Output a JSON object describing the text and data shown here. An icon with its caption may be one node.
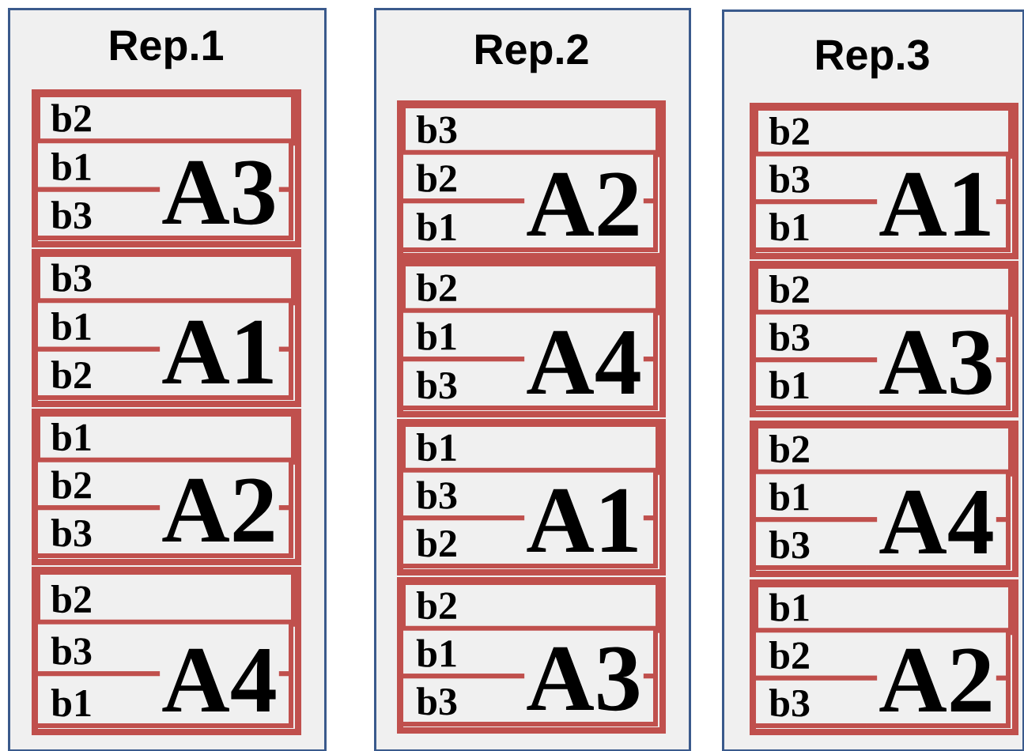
{
  "diagram": {
    "nodes": [
      {
        "text": [
          "Rep.1"
        ]
      },
      {
        "text": [
          "A3"
        ],
        "in": 0
      },
      {
        "text": [
          "b2"
        ],
        "in": 1
      },
      {
        "text": [
          "b1"
        ],
        "in": 1
      },
      {
        "text": [
          "b3"
        ],
        "in": 1
      },
      {
        "text": [
          "A1"
        ],
        "in": 0
      },
      {
        "text": [
          "b3"
        ],
        "in": 5
      },
      {
        "text": [
          "b1"
        ],
        "in": 5
      },
      {
        "text": [
          "b2"
        ],
        "in": 5
      },
      {
        "text": [
          "A2"
        ],
        "in": 0
      },
      {
        "text": [
          "b1"
        ],
        "in": 9
      },
      {
        "text": [
          "b2"
        ],
        "in": 9
      },
      {
        "text": [
          "b3"
        ],
        "in": 9
      },
      {
        "text": [
          "A4"
        ],
        "in": 0
      },
      {
        "text": [
          "b2"
        ],
        "in": 13
      },
      {
        "text": [
          "b3"
        ],
        "in": 13
      },
      {
        "text": [
          "b1"
        ],
        "in": 13
      },
      {
        "text": [
          "Rep.2"
        ]
      },
      {
        "text": [
          "A2"
        ],
        "in": 17
      },
      {
        "text": [
          "b3"
        ],
        "in": 18
      },
      {
        "text": [
          "b2"
        ],
        "in": 18
      },
      {
        "text": [
          "b1"
        ],
        "in": 18
      },
      {
        "text": [
          "A4"
        ],
        "in": 17
      },
      {
        "text": [
          "b2"
        ],
        "in": 22
      },
      {
        "text": [
          "b1"
        ],
        "in": 22
      },
      {
        "text": [
          "b3"
        ],
        "in": 22
      },
      {
        "text": [
          "A1"
        ],
        "in": 17
      },
      {
        "text": [
          "b1"
        ],
        "in": 26
      },
      {
        "text": [
          "b3"
        ],
        "in": 26
      },
      {
        "text": [
          "b2"
        ],
        "in": 26
      },
      {
        "text": [
          "A3"
        ],
        "in": 17
      },
      {
        "text": [
          "b2"
        ],
        "in": 30
      },
      {
        "text": [
          "b1"
        ],
        "in": 30
      },
      {
        "text": [
          "b3"
        ],
        "in": 30
      },
      {
        "text": [
          "Rep.3"
        ]
      },
      {
        "text": [
          "A1"
        ],
        "in": 34
      },
      {
        "text": [
          "b2"
        ],
        "in": 35
      },
      {
        "text": [
          "b3"
        ],
        "in": 35
      },
      {
        "text": [
          "b1"
        ],
        "in": 35
      },
      {
        "text": [
          "A3"
        ],
        "in": 34
      },
      {
        "text": [
          "b2"
        ],
        "in": 39
      },
      {
        "text": [
          "b3"
        ],
        "in": 39
      },
      {
        "text": [
          "b1"
        ],
        "in": 39
      },
      {
        "text": [
          "A4"
        ],
        "in": 34
      },
      {
        "text": [
          "b2"
        ],
        "in": 43
      },
      {
        "text": [
          "b1"
        ],
        "in": 43
      },
      {
        "text": [
          "b3"
        ],
        "in": 43
      },
      {
        "text": [
          "A2"
        ],
        "in": 34
      },
      {
        "text": [
          "b1"
        ],
        "in": 47
      },
      {
        "text": [
          "b2"
        ],
        "in": 47
      },
      {
        "text": [
          "b3"
        ],
        "in": 47
      }
    ]
  }
}
